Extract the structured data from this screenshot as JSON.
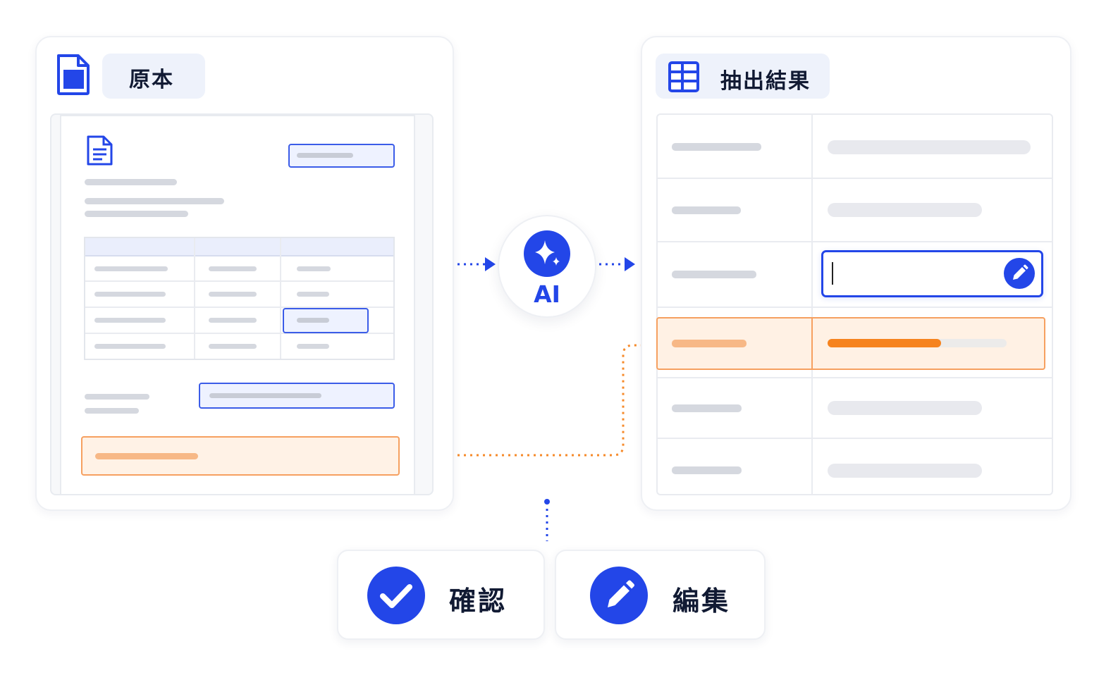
{
  "source_panel": {
    "title": "原本",
    "icon": "document-icon"
  },
  "result_panel": {
    "title": "抽出結果",
    "icon": "table-icon"
  },
  "ai_node": {
    "label": "AI",
    "icon": "sparkle-icon"
  },
  "actions": [
    {
      "label": "確認",
      "icon": "check-icon"
    },
    {
      "label": "編集",
      "icon": "pencil-icon"
    }
  ],
  "colors": {
    "accent": "#2346e8",
    "highlight": "#f68a2a",
    "text": "#111a33"
  }
}
